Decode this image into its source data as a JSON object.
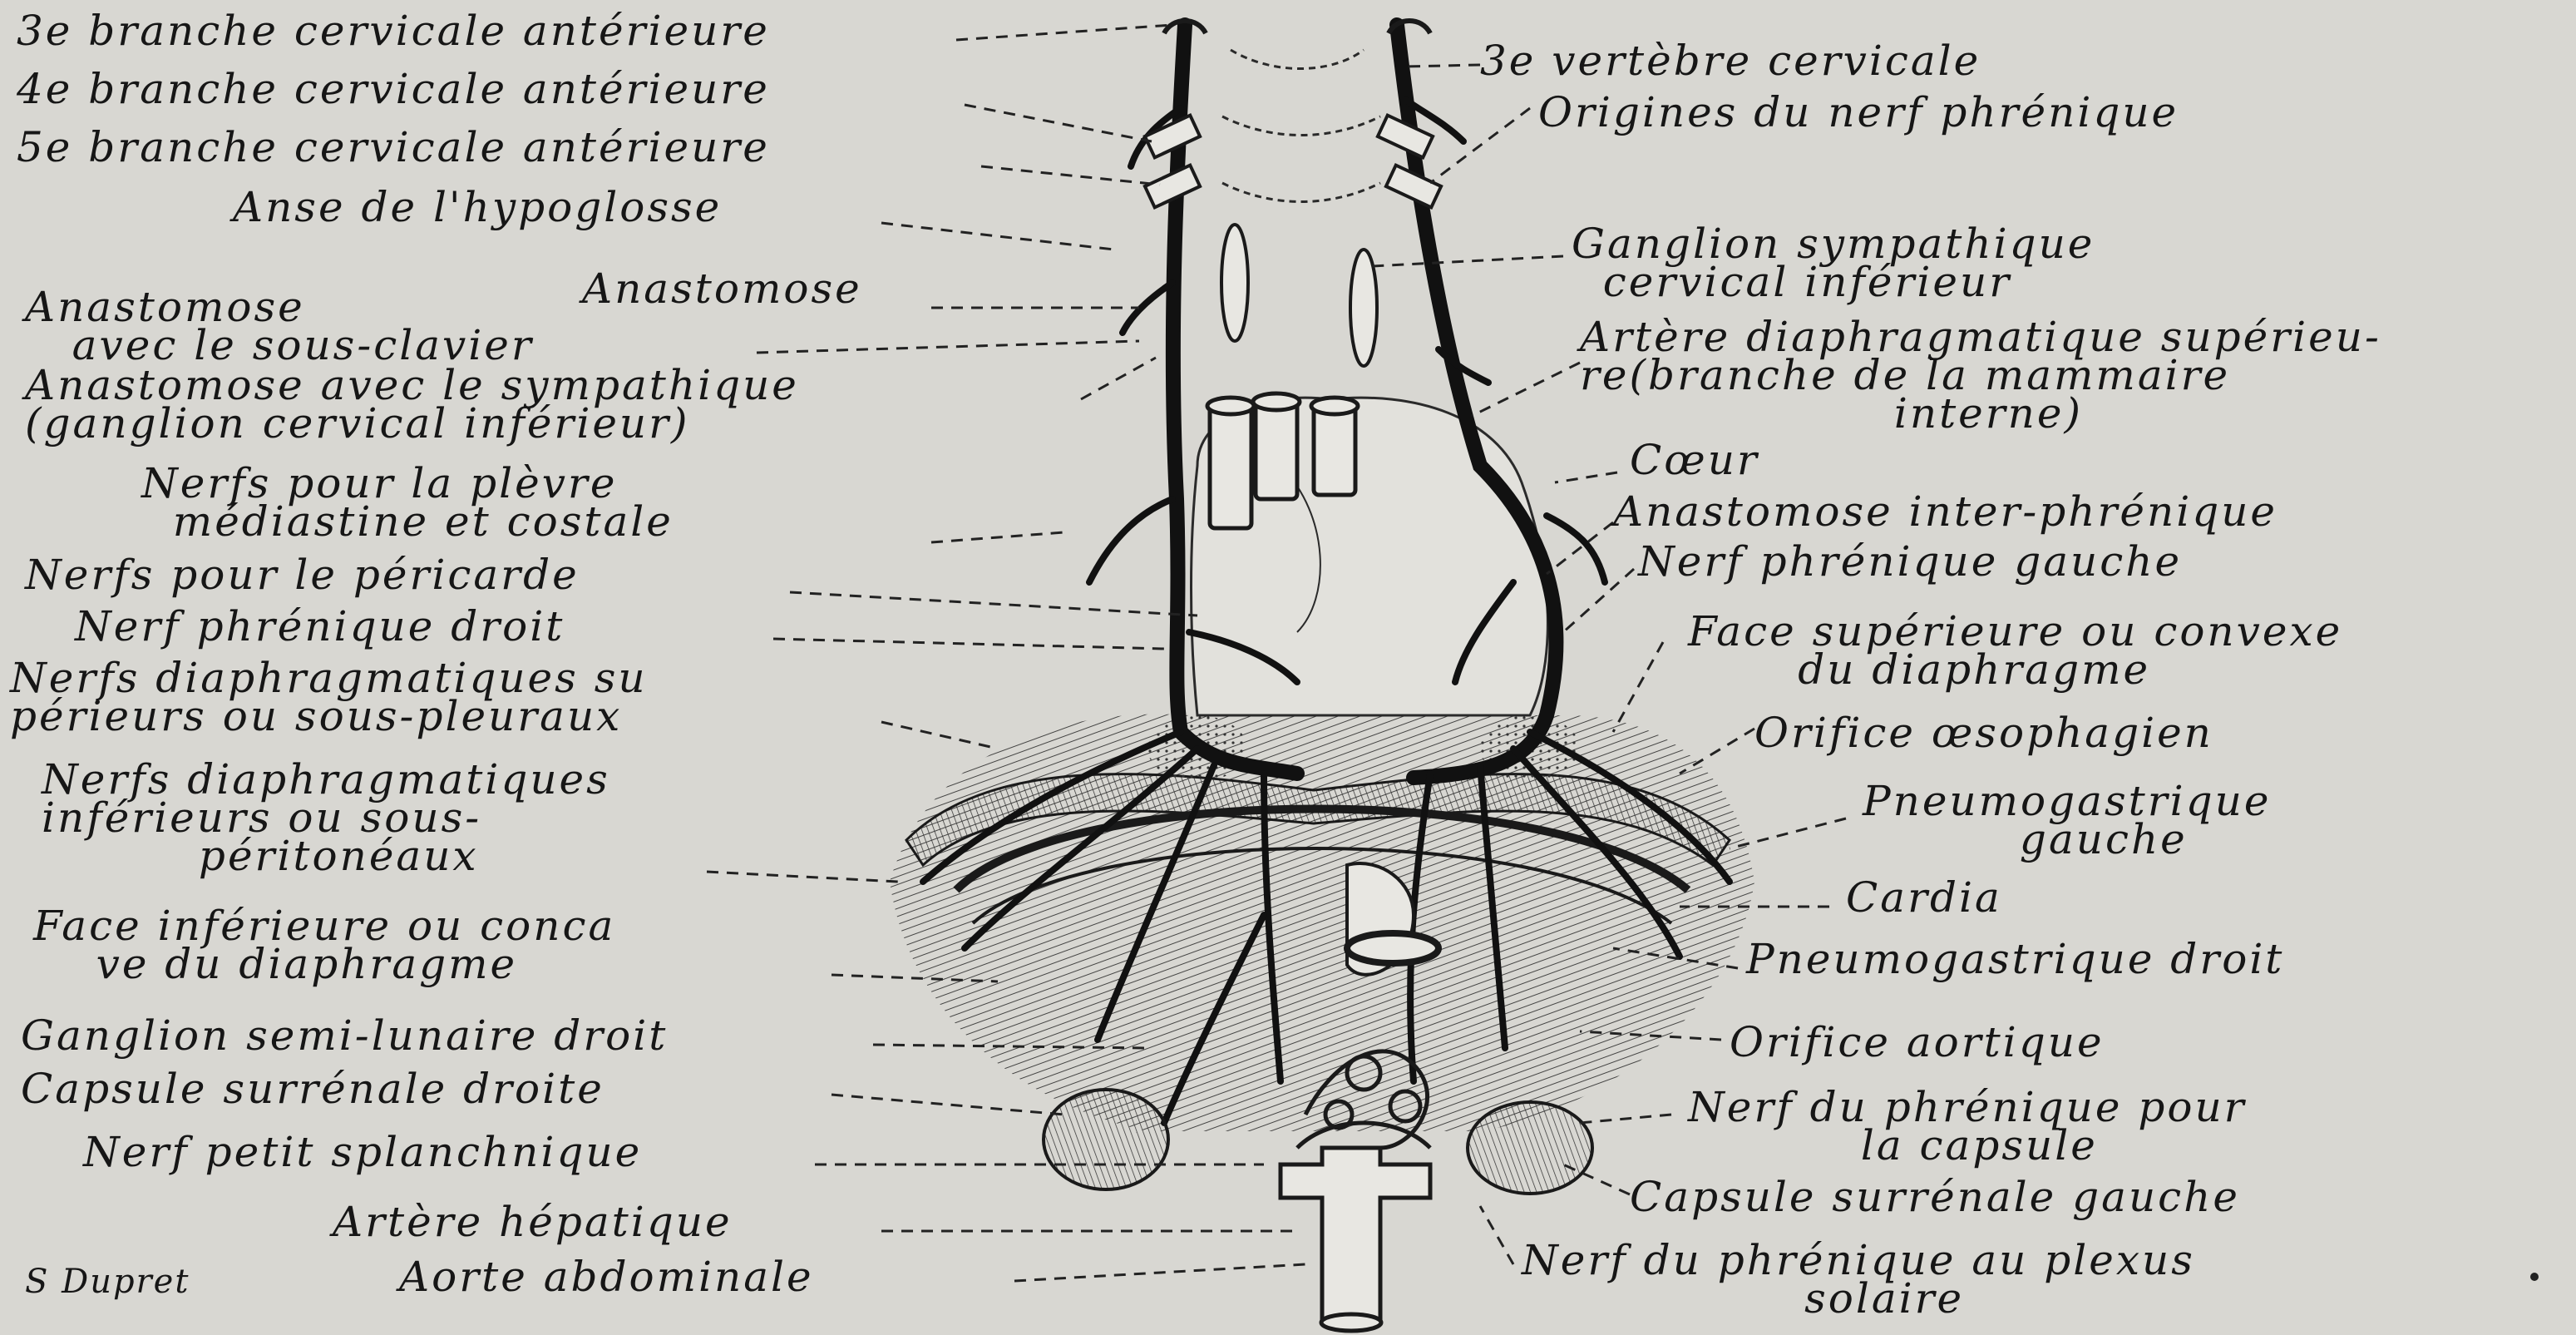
{
  "labels_left": [
    "3e branche cervicale antérieure",
    "4e branche cervicale antérieure",
    "5e branche cervicale antérieure",
    "Anse de l'hypoglosse",
    "Anastomose",
    "Anastomose\n   avec le sous-clavier",
    "Anastomose avec le sympathique\n(ganglion cervical inférieur)",
    "Nerfs pour la plèvre\n  médiastine et costale",
    "Nerfs pour le péricarde",
    "Nerf phrénique droit",
    "Nerfs diaphragmatiques su\npérieurs ou sous-pleuraux",
    "Nerfs diaphragmatiques\ninférieurs ou sous-\n          péritonéaux",
    "Face inférieure ou conca\n    ve du diaphragme",
    "Ganglion semi-lunaire droit",
    "Capsule surrénale droite",
    "Nerf petit splanchnique",
    "Artère hépatique",
    "Aorte abdominale"
  ],
  "labels_right": [
    "3e vertèbre cervicale",
    "Origines du nerf phrénique",
    "Ganglion sympathique\n  cervical inférieur",
    "Artère diaphragmatique supérieu-\nre(branche de la mammaire\n                    interne)",
    "Cœur",
    "Anastomose inter-phrénique",
    "Nerf phrénique gauche",
    "Face supérieure ou convexe\n       du diaphragme",
    "Orifice œsophagien",
    "Pneumogastrique\n          gauche",
    "Cardia",
    "Pneumogastrique droit",
    "Orifice aortique",
    "Nerf du phrénique pour\n           la capsule",
    "Capsule surrénale gauche",
    "Nerf du phrénique au plexus\n                  solaire"
  ],
  "signature": "S Dupret",
  "colors": {
    "paper": "#d8d7d2",
    "ink": "#161616"
  }
}
